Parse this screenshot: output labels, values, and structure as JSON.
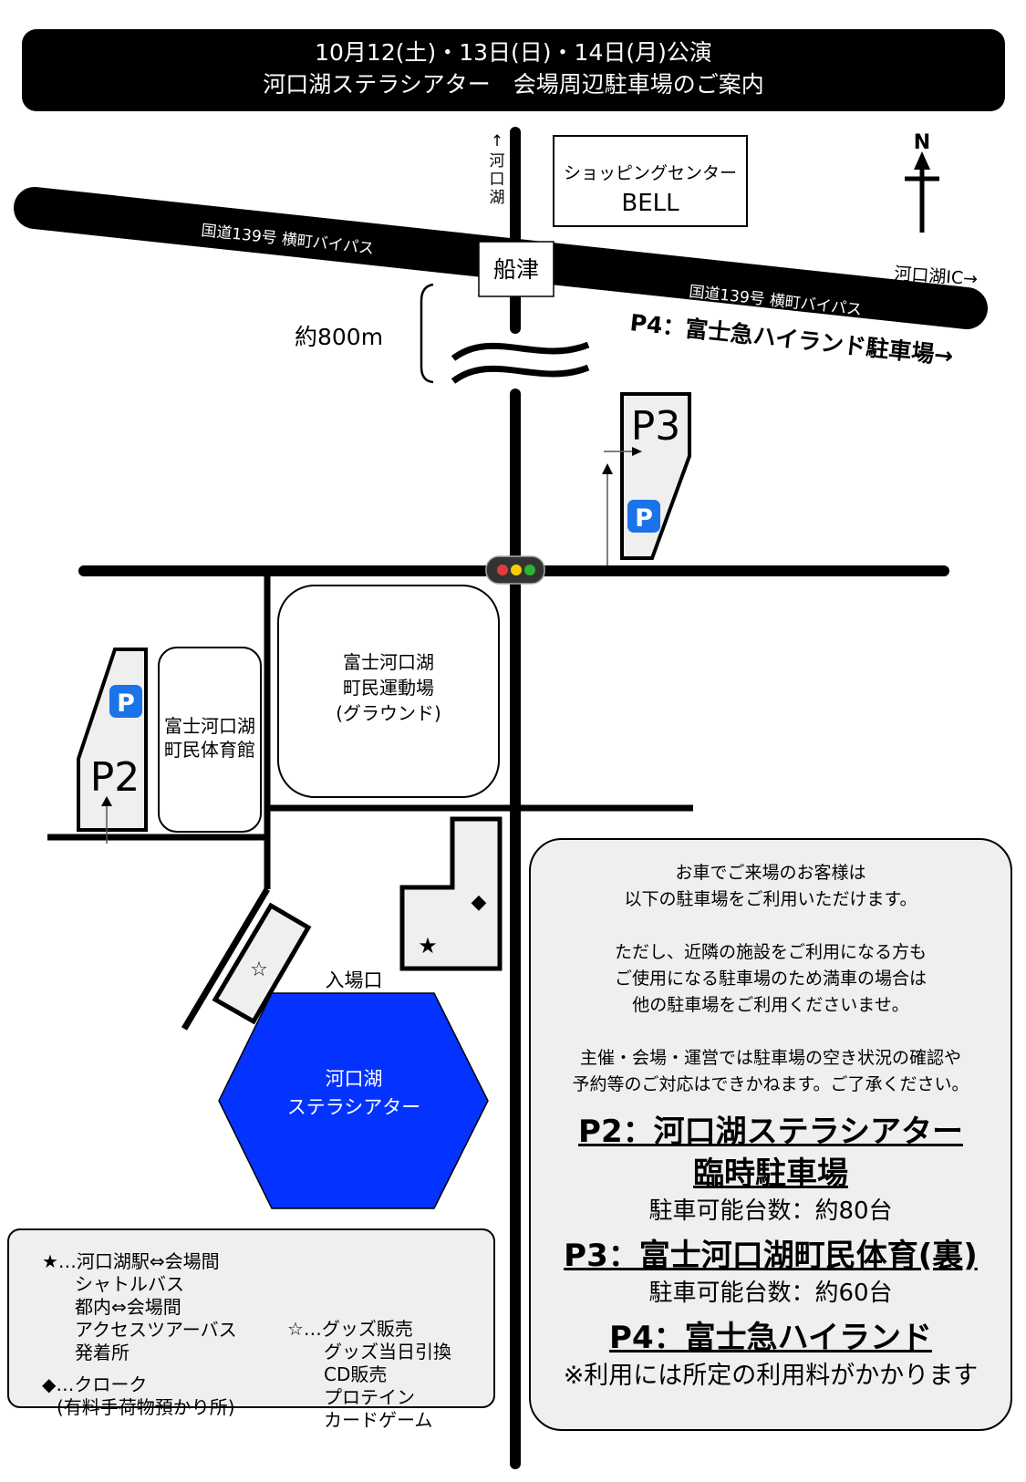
{
  "header": {
    "line1": "10月12(土)・13日(日)・14日(月)公演",
    "line2": "河口湖ステラシアター　会場周辺駐車場のご案内"
  },
  "map": {
    "compass": {
      "label": "N",
      "icon": "north-arrow-icon"
    },
    "road_label_left": "国道139号 横町バイパス",
    "road_label_right": "国道139号 横町バイパス",
    "to_kawaguchiko_vertical": "↑河口湖",
    "to_ic": "河口湖IC→",
    "intersection": "船津",
    "distance": "約800m",
    "p4_direction": "P4：富士急ハイランド駐車場→",
    "shopping_center": {
      "line1": "ショッピングセンター",
      "line2": "BELL"
    },
    "p3_label": "P3",
    "p2_label": "P2",
    "parking_icon_text": "P",
    "gym": {
      "line1": "富士河口湖",
      "line2": "町民体育館"
    },
    "ground": {
      "line1": "富士河口湖",
      "line2": "町民運動場",
      "line3": "(グラウンド)"
    },
    "entrance": "入場口",
    "theater": {
      "line1": "河口湖",
      "line2": "ステラシアター"
    },
    "markers": {
      "star_filled": "★",
      "star_open": "☆",
      "diamond": "◆"
    },
    "colors": {
      "theater": "#0433ff",
      "lot_fill": "#efefef",
      "parking_badge": "#1a73e8"
    }
  },
  "legend": {
    "star_filled_title": "★…河口湖駅⇔会場間",
    "star_filled_lines": [
      "シャトルバス",
      "都内⇔会場間",
      "アクセスツアーバス",
      "発着所"
    ],
    "diamond_title": "◆…クローク",
    "diamond_lines": [
      "(有料手荷物預かり所)"
    ],
    "star_open_title": "☆…グッズ販売",
    "star_open_lines": [
      "グッズ当日引換",
      "CD販売",
      "プロテイン",
      "カードゲーム"
    ]
  },
  "info": {
    "intro": [
      "お車でご来場のお客様は",
      "以下の駐車場をご利用いただけます。"
    ],
    "notice": [
      "ただし、近隣の施設をご利用になる方も",
      "ご使用になる駐車場のため満車の場合は",
      "他の駐車場をご利用くださいませ。"
    ],
    "disclaimer": [
      "主催・会場・運営では駐車場の空き状況の確認や",
      "予約等のご対応はできかねます。ご了承ください。"
    ],
    "lots": [
      {
        "title_lines": [
          "P2：河口湖ステラシアター",
          "臨時駐車場"
        ],
        "capacity": "駐車可能台数：約80台"
      },
      {
        "title_lines": [
          "P3：富士河口湖町民体育(裏)"
        ],
        "capacity": "駐車可能台数：約60台"
      },
      {
        "title_lines": [
          "P4：富士急ハイランド"
        ],
        "capacity": "※利用には所定の利用料がかかります"
      }
    ]
  }
}
